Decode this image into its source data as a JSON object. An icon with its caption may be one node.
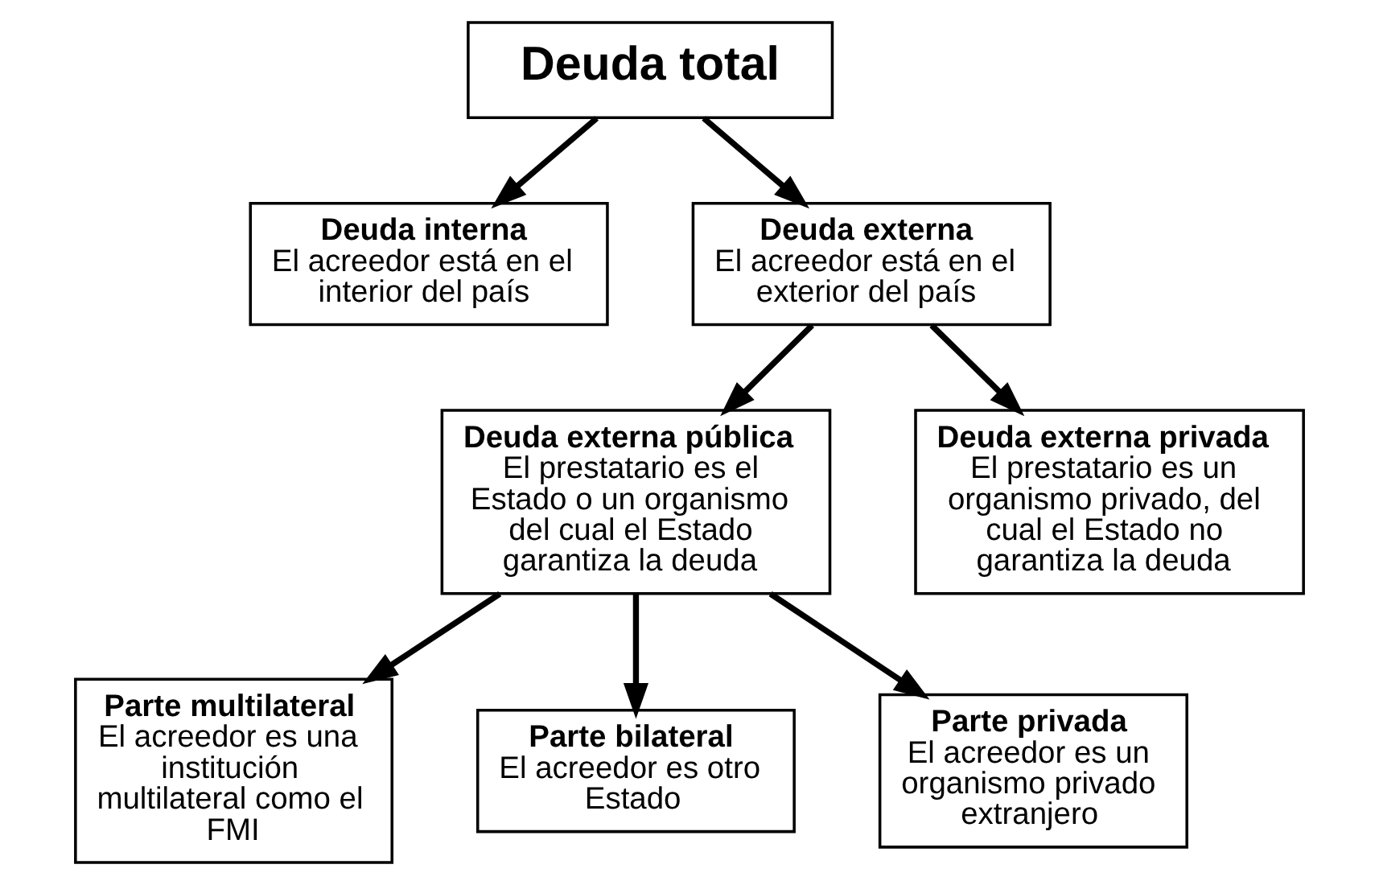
{
  "diagram": {
    "nodes": [
      {
        "text": [
          "Deuda total"
        ]
      },
      {
        "text": [
          "Deuda interna",
          "El acreedor está en el interior del país"
        ]
      },
      {
        "text": [
          "Deuda externa",
          "El acreedor está en el exterior del país"
        ]
      },
      {
        "text": [
          "Deuda externa pública",
          "El prestatario es el Estado o un organismo del cual el Estado garantiza la deuda"
        ]
      },
      {
        "text": [
          "Deuda externa privada",
          "El prestatario es un organismo privado, del cual el Estado no garantiza la deuda"
        ]
      },
      {
        "text": [
          "Parte multilateral",
          "El acreedor es una institución multilateral como el FMI"
        ]
      },
      {
        "text": [
          "Parte bilateral",
          "El acreedor es otro Estado"
        ]
      },
      {
        "text": [
          "Parte privada",
          "El acreedor es un organismo privado extranjero"
        ]
      }
    ],
    "edges": [
      {
        "from": 0,
        "to": 1,
        "arrow": "to"
      },
      {
        "from": 0,
        "to": 2,
        "arrow": "to"
      },
      {
        "from": 2,
        "to": 3,
        "arrow": "to"
      },
      {
        "from": 2,
        "to": 4,
        "arrow": "to"
      },
      {
        "from": 3,
        "to": 5,
        "arrow": "to"
      },
      {
        "from": 3,
        "to": 6,
        "arrow": "to"
      },
      {
        "from": 3,
        "to": 7,
        "arrow": "to"
      }
    ]
  }
}
